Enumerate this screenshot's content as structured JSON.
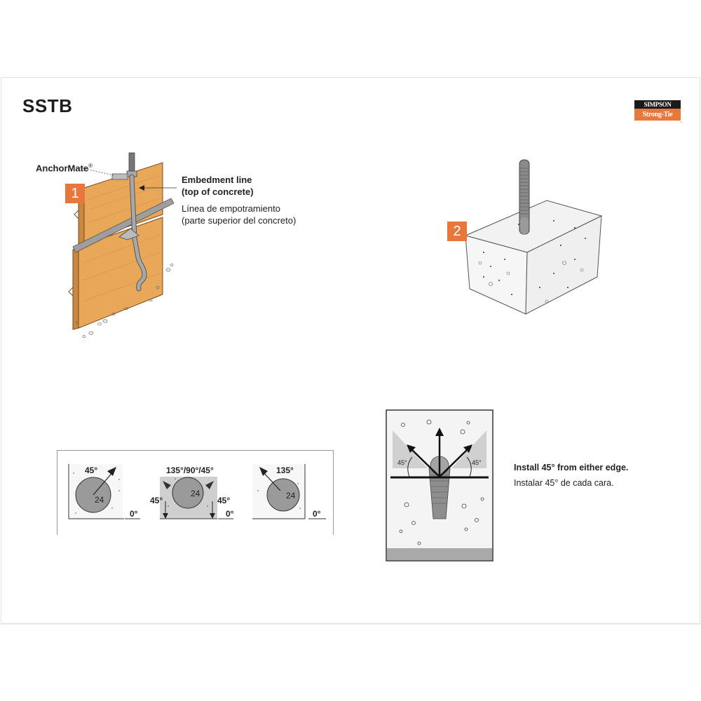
{
  "document": {
    "title": "SSTB",
    "brand": {
      "top": "SIMPSON",
      "bottom": "Strong-Tie",
      "colors": {
        "dark": "#1a1a1a",
        "orange": "#e8793a"
      }
    }
  },
  "step1": {
    "badge": "1",
    "callout_product": "AnchorMate",
    "callout_product_mark": "®",
    "embedment_en_line1": "Embedment line",
    "embedment_en_line2": "(top of concrete)",
    "embedment_es_line1": "Línea de empotramiento",
    "embedment_es_line2": "(parte superior del concreto)"
  },
  "step2": {
    "badge": "2"
  },
  "orientation_diagram": {
    "panels": [
      {
        "angle_label": "45°",
        "base_label": "0°",
        "number": "24"
      },
      {
        "angle_label": "135°/90°/45°",
        "side_left": "45°",
        "side_right": "45°",
        "base_label": "0°",
        "number": "24"
      },
      {
        "angle_label": "135°",
        "base_label": "0°",
        "number": "24"
      }
    ]
  },
  "edge_diagram": {
    "left_angle": "45°",
    "right_angle": "45°",
    "caption_en": "Install 45° from either edge.",
    "caption_es": "Instalar 45° de cada cara."
  },
  "colors": {
    "badge_orange": "#e8773e",
    "wood": "#e9a75a",
    "concrete": "#f0f0f0",
    "steel": "#8c8c8c"
  }
}
